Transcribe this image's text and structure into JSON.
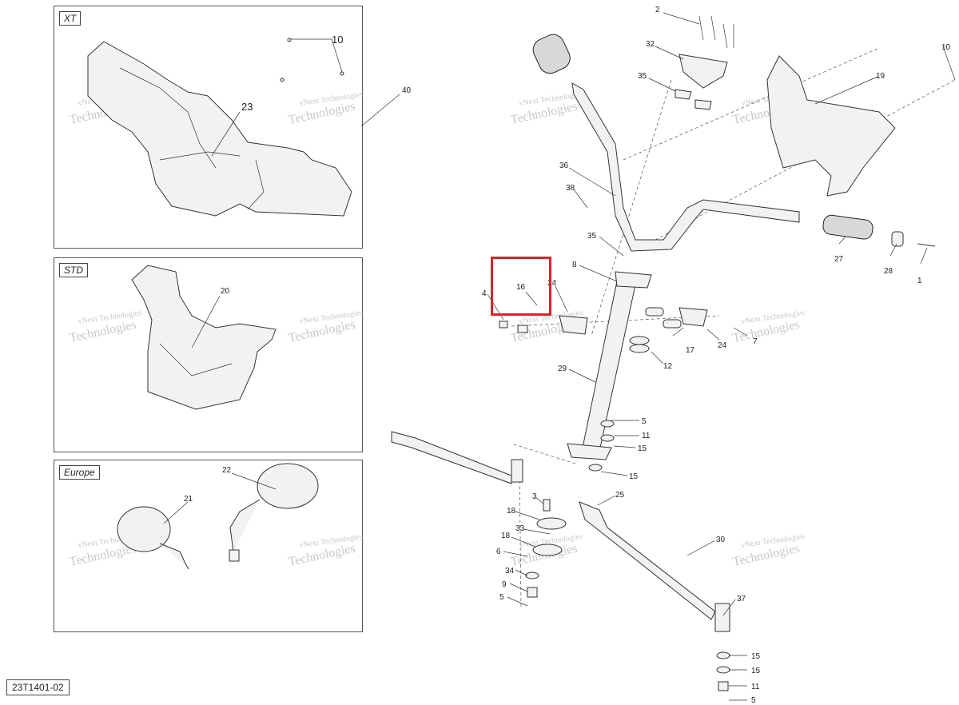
{
  "panels": {
    "xt": {
      "tag": "XT",
      "callouts": [
        "10",
        "23",
        "40"
      ]
    },
    "std": {
      "tag": "STD",
      "callouts": [
        "20"
      ]
    },
    "europe": {
      "tag": "Europe",
      "callouts": [
        "21",
        "22"
      ]
    }
  },
  "reference_code": "23T1401-02",
  "watermark": {
    "line1": "vNext Technologies",
    "line2": "Technologies"
  },
  "callouts_main": {
    "c1": "1",
    "c2": "2",
    "c3": "3",
    "c4": "4",
    "c5a": "5",
    "c5b": "5",
    "c5c": "5",
    "c6": "6",
    "c7": "7",
    "c8": "8",
    "c9": "9",
    "c10": "10",
    "c11a": "11",
    "c11b": "11",
    "c12": "12",
    "c15a": "15",
    "c15b": "15",
    "c15c": "15",
    "c15d": "15",
    "c16": "16",
    "c17": "17",
    "c18a": "18",
    "c18b": "18",
    "c19": "19",
    "c24a": "24",
    "c24b": "24",
    "c25": "25",
    "c27": "27",
    "c28": "28",
    "c29": "29",
    "c30": "30",
    "c32": "32",
    "c33": "33",
    "c34": "34",
    "c35a": "35",
    "c35b": "35",
    "c36": "36",
    "c37": "37",
    "c38": "38"
  },
  "highlight_color": "#d9242b"
}
